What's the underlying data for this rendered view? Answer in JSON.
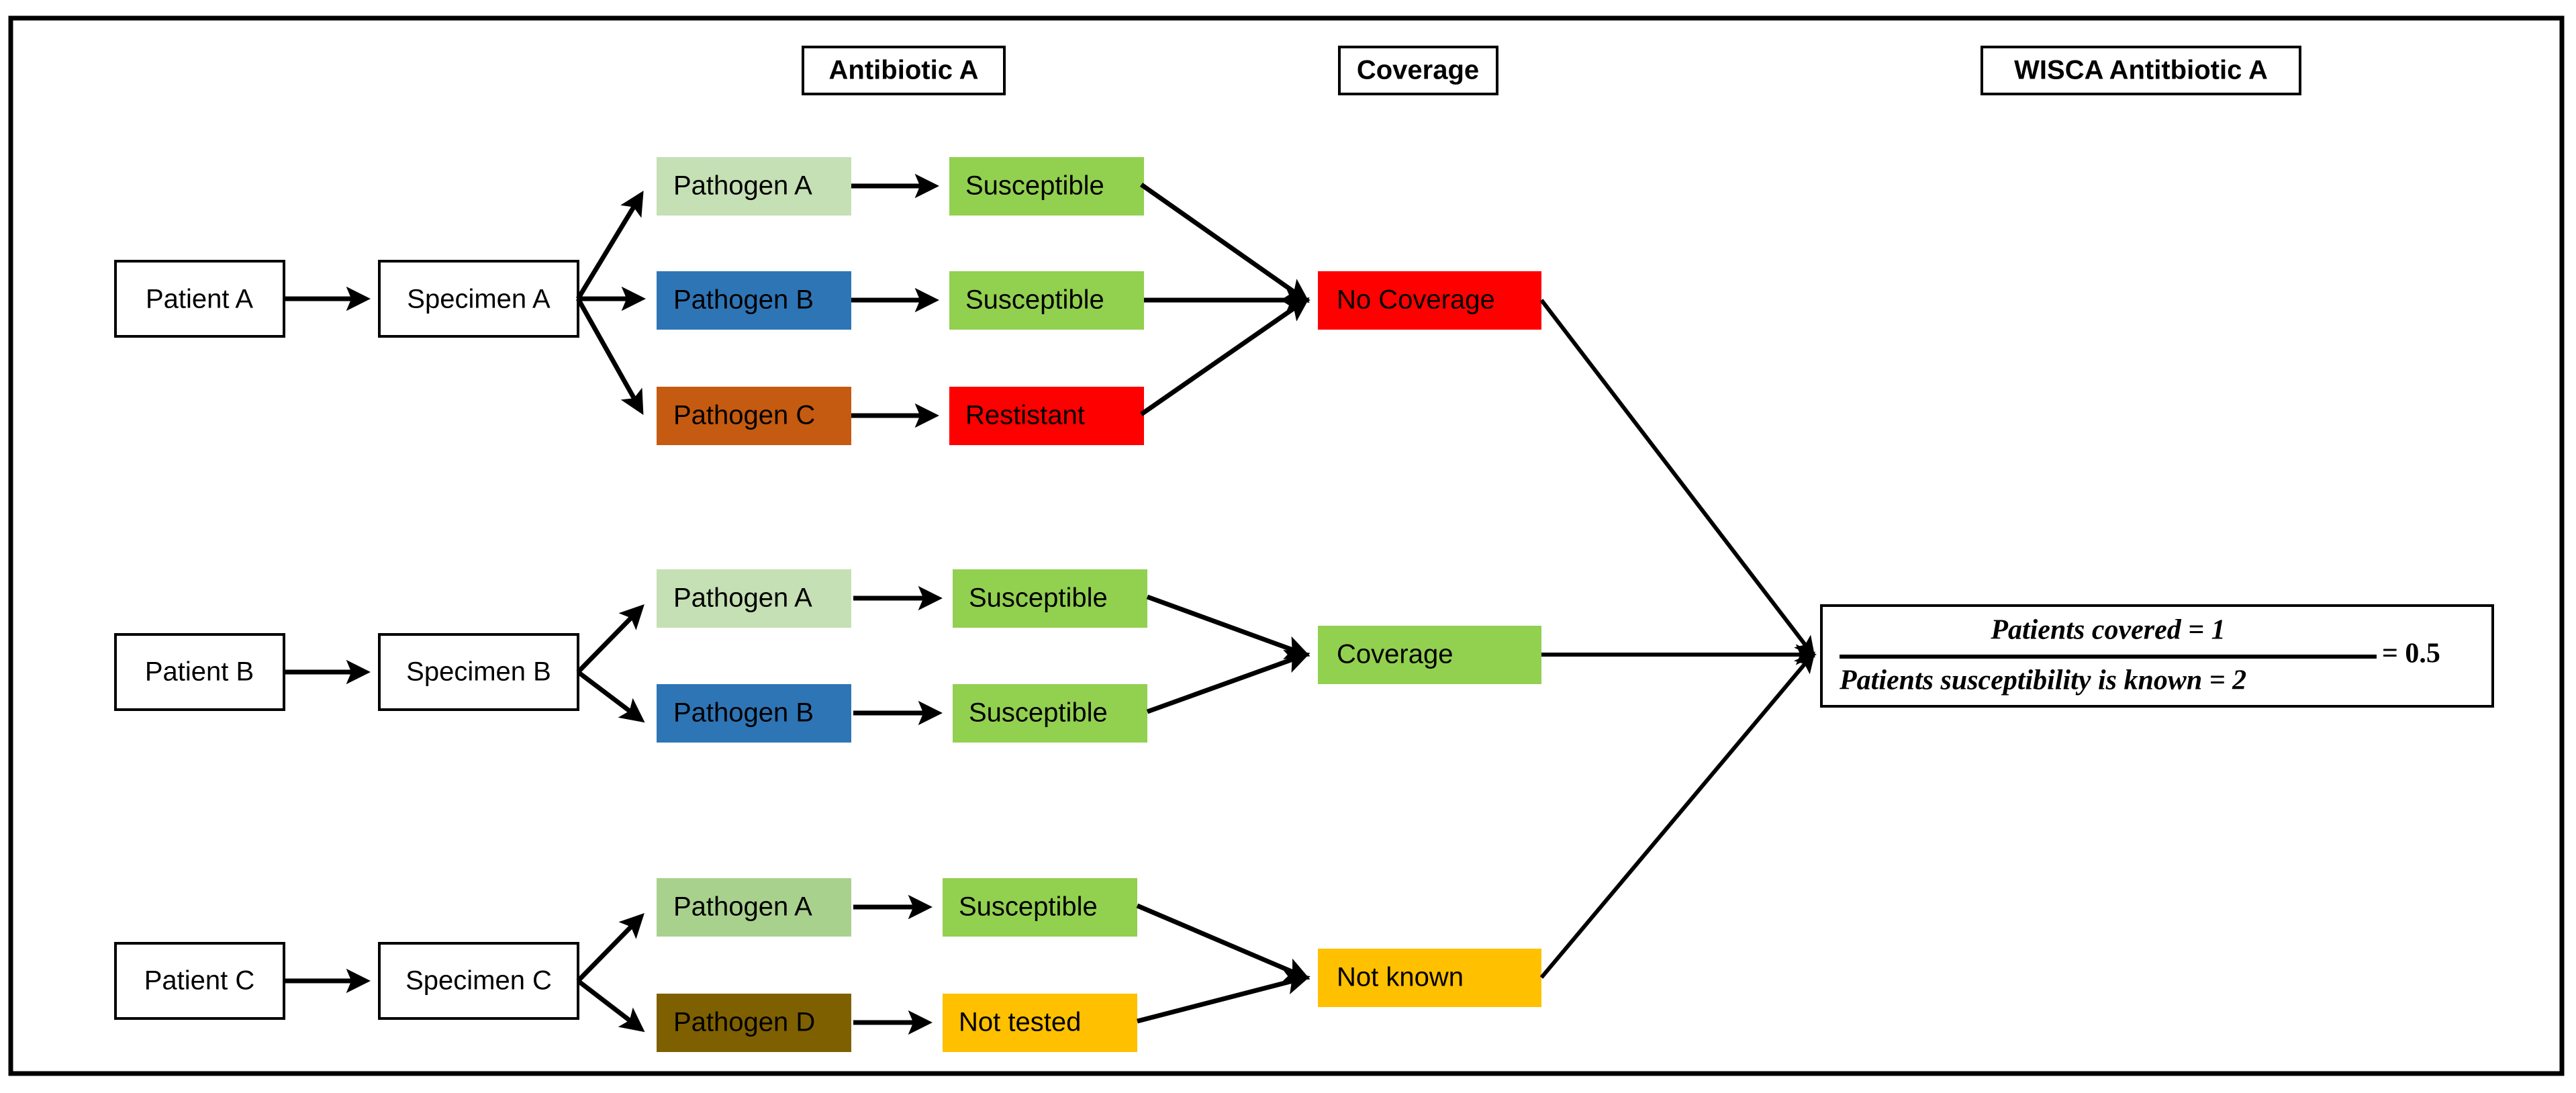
{
  "diagram": {
    "title_headers": [
      {
        "id": "antibiotic-a",
        "label": "Antibiotic A"
      },
      {
        "id": "coverage",
        "label": "Coverage"
      },
      {
        "id": "wisca",
        "label": "WISCA Antitbiotic A"
      }
    ],
    "colors": {
      "pathogen_a": "#C5E0B4",
      "pathogen_b": "#2E75B6",
      "pathogen_c": "#C55A11",
      "pathogen_d": "#7F6000",
      "susceptible": "#92D050",
      "resistant": "#FF0000",
      "not_tested": "#FFC000",
      "no_coverage": "#FF0000",
      "coverage": "#92D050",
      "not_known": "#FFC000",
      "white": "#FFFFFF",
      "stroke": "#000000"
    },
    "rows": [
      {
        "id": "row-a",
        "patient": "Patient A",
        "specimen": "Specimen A",
        "pathogens": [
          {
            "name": "Pathogen A",
            "color_key": "pathogen_a",
            "result": "Susceptible",
            "result_color_key": "susceptible"
          },
          {
            "name": "Pathogen B",
            "color_key": "pathogen_b",
            "result": "Susceptible",
            "result_color_key": "susceptible"
          },
          {
            "name": "Pathogen C",
            "color_key": "pathogen_c",
            "result": "Restistant",
            "result_color_key": "resistant"
          }
        ],
        "coverage": {
          "label": "No Coverage",
          "color_key": "no_coverage"
        }
      },
      {
        "id": "row-b",
        "patient": "Patient B",
        "specimen": "Specimen B",
        "pathogens": [
          {
            "name": "Pathogen A",
            "color_key": "pathogen_a",
            "result": "Susceptible",
            "result_color_key": "susceptible"
          },
          {
            "name": "Pathogen B",
            "color_key": "pathogen_b",
            "result": "Susceptible",
            "result_color_key": "susceptible"
          }
        ],
        "coverage": {
          "label": "Coverage",
          "color_key": "coverage"
        }
      },
      {
        "id": "row-c",
        "patient": "Patient C",
        "specimen": "Specimen C",
        "pathogens": [
          {
            "name": "Pathogen A",
            "color_key": "pathogen_a",
            "result": "Susceptible",
            "result_color_key": "susceptible"
          },
          {
            "name": "Pathogen D",
            "color_key": "pathogen_d",
            "result": "Not tested",
            "result_color_key": "not_tested"
          }
        ],
        "coverage": {
          "label": "Not known",
          "color_key": "not_known"
        }
      }
    ],
    "wisca_formula": {
      "numerator": "Patients covered = 1",
      "denominator": "Patients susceptibility is known = 2",
      "equals": "= 0.5"
    }
  }
}
